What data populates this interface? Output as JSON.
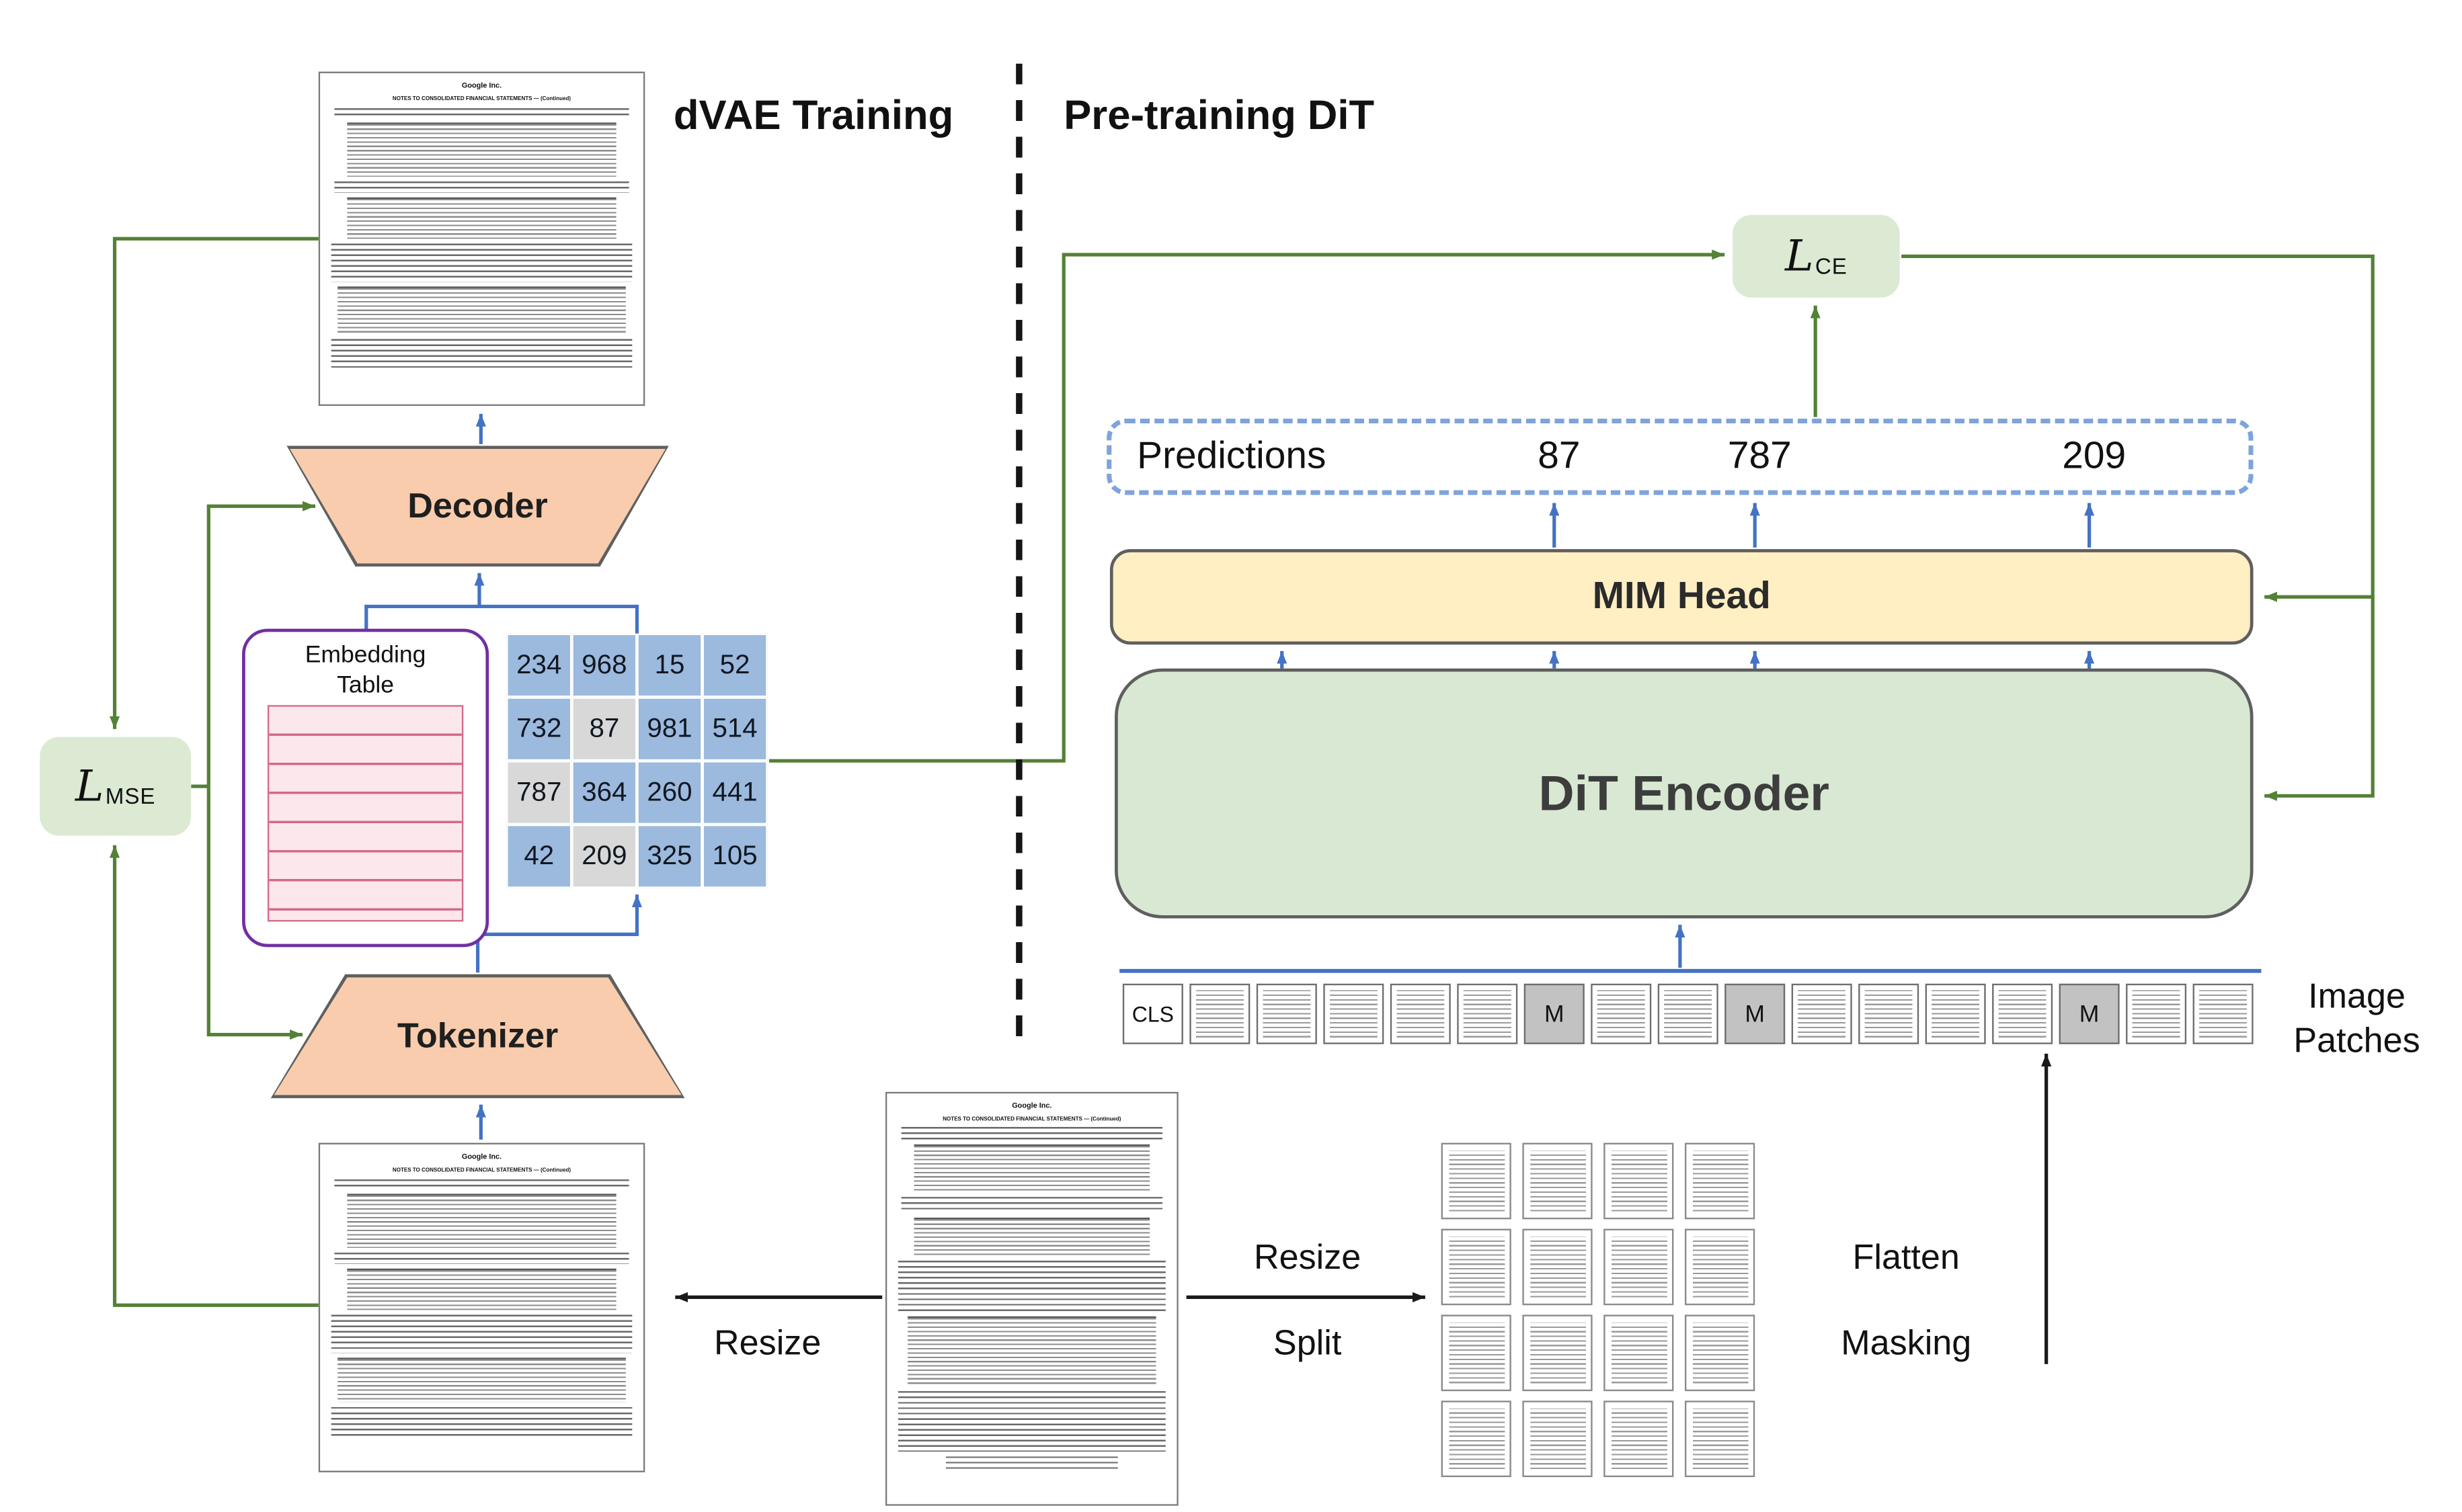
{
  "figure": {
    "left_title": "dVAE Training",
    "right_title": "Pre-training DiT"
  },
  "document": {
    "company": "Google Inc.",
    "heading": "NOTES TO CONSOLIDATED FINANCIAL STATEMENTS — (Continued)"
  },
  "dvae": {
    "decoder_label": "Decoder",
    "tokenizer_label": "Tokenizer",
    "embedding_table_label_line1": "Embedding",
    "embedding_table_label_line2": "Table",
    "loss": {
      "symbol": "L",
      "subscript": "MSE"
    },
    "token_grid": {
      "rows": [
        [
          "234",
          "968",
          "15",
          "52"
        ],
        [
          "732",
          "87",
          "981",
          "514"
        ],
        [
          "787",
          "364",
          "260",
          "441"
        ],
        [
          "42",
          "209",
          "325",
          "105"
        ]
      ],
      "masked_cells": [
        [
          1,
          1
        ],
        [
          2,
          0
        ],
        [
          3,
          1
        ]
      ]
    }
  },
  "dit": {
    "loss": {
      "symbol": "L",
      "subscript": "CE"
    },
    "predictions": {
      "label": "Predictions",
      "values": [
        "87",
        "787",
        "209"
      ]
    },
    "mim_head_label": "MIM Head",
    "encoder_label": "DiT Encoder",
    "patch_sequence": {
      "cls_label": "CLS",
      "mask_label": "M",
      "items": [
        "CLS",
        "P",
        "P",
        "P",
        "P",
        "P",
        "M",
        "P",
        "P",
        "M",
        "P",
        "P",
        "P",
        "P",
        "M",
        "P",
        "P"
      ]
    },
    "image_patches_label_line1": "Image",
    "image_patches_label_line2": "Patches"
  },
  "pipeline": {
    "resize_left": "Resize",
    "resize_right": "Resize",
    "split": "Split",
    "flatten": "Flatten",
    "masking": "Masking"
  },
  "colors": {
    "arrow_blue": "#4472c4",
    "arrow_green": "#538135",
    "arrow_black": "#1a1a1a",
    "trapezoid_fill": "#f8ccad",
    "loss_fill": "#dcead3",
    "mim_fill": "#ffefc3",
    "encoder_fill": "#d9e8d2",
    "token_blue": "#9cb9de",
    "masked_gray": "#d8d8d8",
    "embedding_purple": "#7030a0",
    "prediction_dash_blue": "#7fa3dc"
  }
}
